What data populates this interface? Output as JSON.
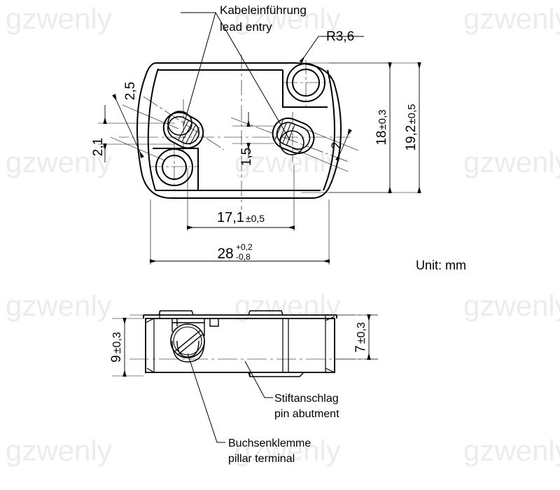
{
  "document": {
    "type": "engineering-drawing",
    "unit_note": "Unit: mm",
    "watermark_text": "gzwenly"
  },
  "callouts": {
    "lead_entry_de": "Kabeleinführung",
    "lead_entry_en": "lead entry",
    "pin_abutment_de": "Stiftanschlag",
    "pin_abutment_en": "pin abutment",
    "pillar_terminal_de": "Buchsenklemme",
    "pillar_terminal_en": "pillar terminal"
  },
  "top_view": {
    "radius_note": "R3,6",
    "dim_2_5": "2,5",
    "dim_2_1": "2,1",
    "dim_1_5": "1,5",
    "dim_2": "2",
    "dim_18": "18",
    "dim_18_tol": "±0,3",
    "dim_19_2": "19,2",
    "dim_19_2_tol": "±0,5",
    "dim_17_1": "17,1",
    "dim_17_1_tol": "±0,5",
    "dim_28": "28",
    "dim_28_tol_upper": "+0,2",
    "dim_28_tol_lower": "-0,8"
  },
  "side_view": {
    "dim_9": "9",
    "dim_9_tol": "±0,3",
    "dim_7": "7",
    "dim_7_tol": "±0,3"
  },
  "colors": {
    "line": "#000000",
    "watermark": "#ececec",
    "background": "#ffffff"
  }
}
